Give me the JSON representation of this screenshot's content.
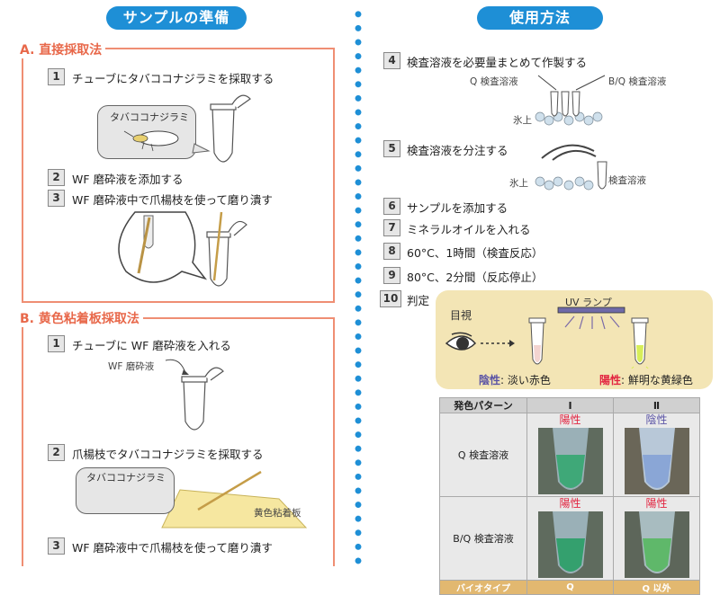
{
  "left": {
    "title": "サンプルの準備",
    "sectionA": {
      "heading": "A. 直接採取法",
      "steps": [
        {
          "num": "1",
          "text": "チューブにタバココナジラミを採取する"
        },
        {
          "num": "2",
          "text": "WF 磨砕液を添加する"
        },
        {
          "num": "3",
          "text": "WF 磨砕液中で爪楊枝を使って磨り潰す"
        }
      ],
      "bubble_label": "タバココナジラミ"
    },
    "sectionB": {
      "heading": "B. 黄色粘着板採取法",
      "steps": [
        {
          "num": "1",
          "text": "チューブに WF 磨砕液を入れる"
        },
        {
          "num": "2",
          "text": "爪楊枝でタバココナジラミを採取する"
        },
        {
          "num": "3",
          "text": "WF 磨砕液中で爪楊枝を使って磨り潰す"
        }
      ],
      "wf_label": "WF 磨砕液",
      "bubble_label": "タバココナジラミ",
      "board_label": "黄色粘着板"
    }
  },
  "right": {
    "title": "使用方法",
    "steps": [
      {
        "num": "4",
        "text": "検査溶液を必要量まとめて作製する"
      },
      {
        "num": "5",
        "text": "検査溶液を分注する"
      },
      {
        "num": "6",
        "text": "サンプルを添加する"
      },
      {
        "num": "7",
        "text": "ミネラルオイルを入れる"
      },
      {
        "num": "8",
        "text": "60°C、1時間（検査反応）"
      },
      {
        "num": "9",
        "text": "80°C、2分間（反応停止）"
      },
      {
        "num": "10",
        "text": "判定"
      }
    ],
    "step4_labels": {
      "q": "Q 検査溶液",
      "bq": "B/Q 検査溶液",
      "ice": "氷上"
    },
    "step5_labels": {
      "ice": "氷上",
      "solution": "検査溶液"
    },
    "judge": {
      "eye_label": "目視",
      "uv_label": "UV ランプ",
      "neg_term": "陰性",
      "neg_desc": ": 淡い赤色",
      "pos_term": "陽性",
      "pos_desc": ": 鮮明な黄緑色"
    },
    "table": {
      "header": [
        "発色パターン",
        "Ⅰ",
        "Ⅱ"
      ],
      "rows": [
        {
          "label": "Q 検査溶液",
          "c1": "陽性",
          "c2": "陰性"
        },
        {
          "label": "B/Q 検査溶液",
          "c1": "陽性",
          "c2": "陽性"
        }
      ],
      "footer": [
        "バイオタイプ",
        "Q",
        "Q 以外"
      ]
    }
  },
  "colors": {
    "accent_blue": "#1e8fd6",
    "salmon": "#e8684a",
    "positive": "#e2233f",
    "negative": "#5a53a5",
    "panel": "#f3e5b5"
  }
}
